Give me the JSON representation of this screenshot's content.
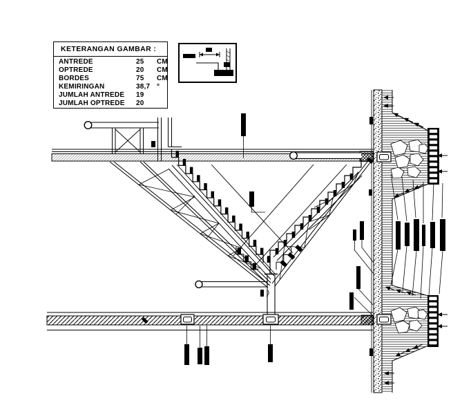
{
  "legend": {
    "title": "KETERANGAN GAMBAR :",
    "rows": [
      {
        "label": "ANTREDE",
        "value": "25",
        "unit": "CM"
      },
      {
        "label": "OPTREDE",
        "value": "20",
        "unit": "CM"
      },
      {
        "label": "BORDES",
        "value": "75",
        "unit": "CM"
      },
      {
        "label": "KEMIRINGAN",
        "value": "38,7",
        "unit": "°"
      },
      {
        "label": "JUMLAH ANTREDE",
        "value": "19",
        "unit": ""
      },
      {
        "label": "JUMLAH OPTREDE",
        "value": "20",
        "unit": ""
      }
    ]
  },
  "drawing": {
    "type": "architectural-section",
    "subject": "steel-truss-staircase-section",
    "ink": "#000000",
    "paper": "#ffffff"
  }
}
